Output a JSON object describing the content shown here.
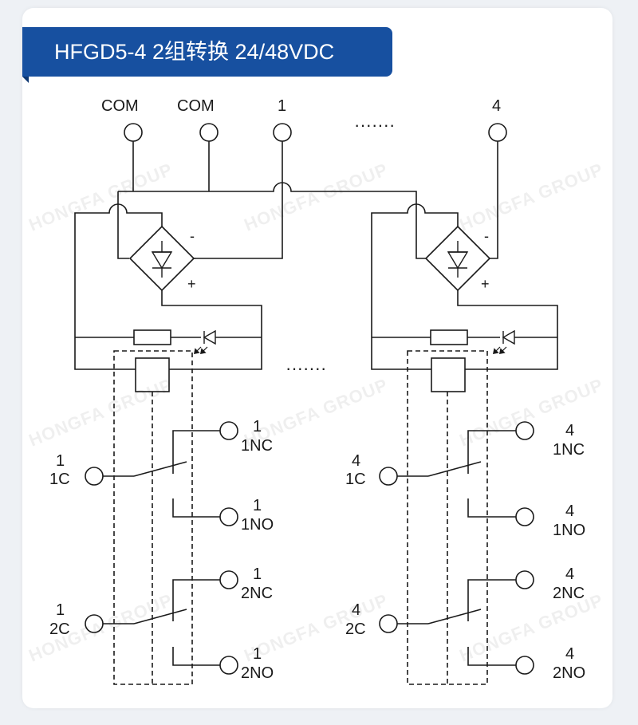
{
  "title": "HFGD5-4 2组转换 24/48VDC",
  "watermark": "HONGFA GROUP",
  "top_terminals": {
    "com_a": "COM",
    "com_b": "COM",
    "first": "1",
    "last": "4"
  },
  "ellipsis": "·······",
  "module1": {
    "c1_num": "1",
    "c1": "1C",
    "nc1_num": "1",
    "nc1": "1NC",
    "no1_num": "1",
    "no1": "1NO",
    "c2_num": "1",
    "c2": "2C",
    "nc2_num": "1",
    "nc2": "2NC",
    "no2_num": "1",
    "no2": "2NO"
  },
  "module4": {
    "c1_num": "4",
    "c1": "1C",
    "nc1_num": "4",
    "nc1": "1NC",
    "no1_num": "4",
    "no1": "1NO",
    "c2_num": "4",
    "c2": "2C",
    "nc2_num": "4",
    "nc2": "2NC",
    "no2_num": "4",
    "no2": "2NO"
  },
  "polarity": {
    "minus": "-",
    "plus": "+"
  },
  "colors": {
    "title_bg": "#1750a0",
    "line": "#1a1a1a",
    "card_bg": "#ffffff"
  }
}
